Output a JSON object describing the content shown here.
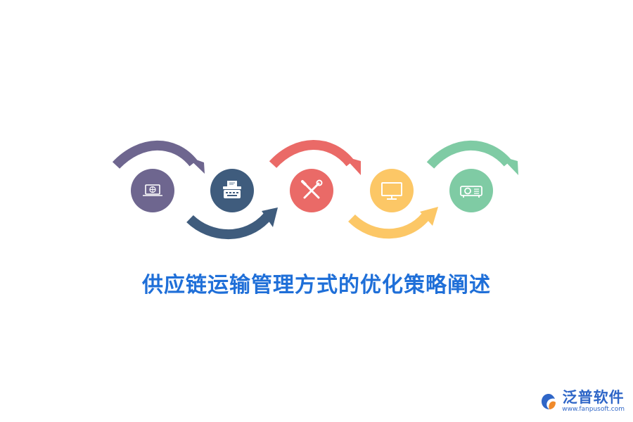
{
  "title": "供应链运输管理方式的优化策略阐述",
  "steps": [
    {
      "icon": "laptop-globe-icon",
      "color": "#6e668f"
    },
    {
      "icon": "typewriter-icon",
      "color": "#3f5c7d"
    },
    {
      "icon": "tools-icon",
      "color": "#ea6a67"
    },
    {
      "icon": "monitor-icon",
      "color": "#fcc766"
    },
    {
      "icon": "projector-icon",
      "color": "#7fcba4"
    }
  ],
  "brand": {
    "name": "泛普软件",
    "url": "www.fanpusoft.com",
    "color": "#2f66c7"
  }
}
